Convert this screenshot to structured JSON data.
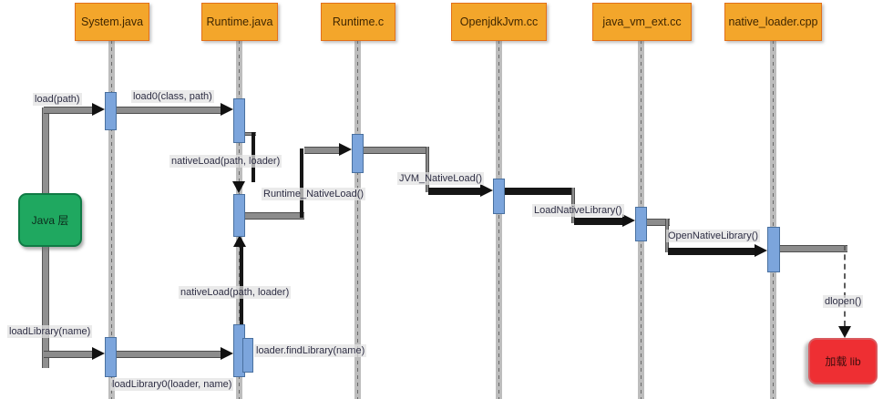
{
  "diagram_type": "sequence-diagram",
  "colors": {
    "header_fill": "#F3A62B",
    "header_border": "#E2701B",
    "activation_fill": "#7CA5DC",
    "activation_border": "#49709F",
    "java_layer_fill": "#1FA860",
    "load_lib_fill": "#EE2F33",
    "line_gray": "#8c8c8c",
    "line_black": "#161616"
  },
  "lifelines": [
    {
      "label": "System.java"
    },
    {
      "label": "Runtime.java"
    },
    {
      "label": "Runtime.c"
    },
    {
      "label": "OpenjdkJvm.cc"
    },
    {
      "label": "java_vm_ext.cc"
    },
    {
      "label": "native_loader.cpp"
    }
  ],
  "messages": [
    {
      "label": "load(path)"
    },
    {
      "label": "load0(class, path)"
    },
    {
      "label": "nativeLoad(path, loader)"
    },
    {
      "label": "Runtime_NativeLoad()"
    },
    {
      "label": "JVM_NativeLoad()"
    },
    {
      "label": "LoadNativeLibrary()"
    },
    {
      "label": "OpenNativeLibrary()"
    },
    {
      "label": "dlopen()"
    },
    {
      "label": "loadLibrary(name)"
    },
    {
      "label": "loadLibrary0(loader, name)"
    },
    {
      "label": "loader.findLibrary(name)"
    },
    {
      "label": "nativeLoad(path, loader)"
    }
  ],
  "nodes": {
    "java_layer": {
      "label": "Java 层"
    },
    "load_lib": {
      "label": "加载 lib"
    }
  }
}
